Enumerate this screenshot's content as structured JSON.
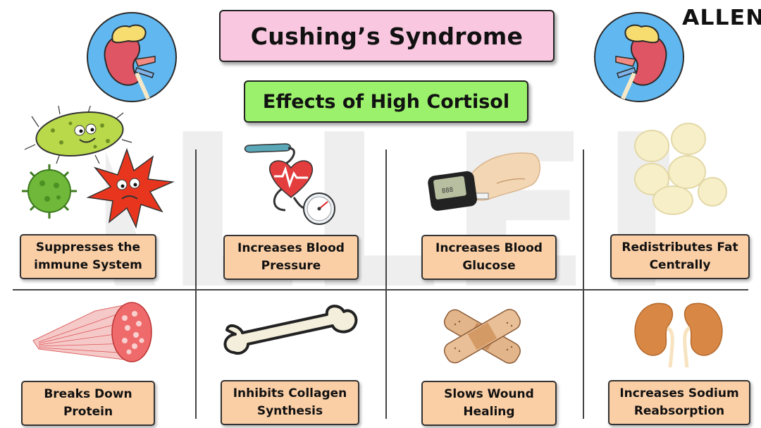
{
  "header": {
    "title": "Cushing’s Syndrome",
    "subtitle": "Effects of High Cortisol",
    "brand": "ALLEN"
  },
  "watermark": {
    "text": "ALLEN"
  },
  "effects": [
    {
      "label": "Suppresses the\nimmune System",
      "icon": "microbes-icon"
    },
    {
      "label": "Increases Blood\nPressure",
      "icon": "blood-pressure-icon"
    },
    {
      "label": "Increases Blood\nGlucose",
      "icon": "glucometer-icon"
    },
    {
      "label": "Redistributes Fat\nCentrally",
      "icon": "fat-cells-icon"
    },
    {
      "label": "Breaks Down\nProtein",
      "icon": "muscle-fiber-icon"
    },
    {
      "label": "Inhibits Collagen\nSynthesis",
      "icon": "bone-icon"
    },
    {
      "label": "Slows Wound\nHealing",
      "icon": "bandage-icon"
    },
    {
      "label": "Increases Sodium\nReabsorption",
      "icon": "kidneys-icon"
    }
  ],
  "colors": {
    "title_bg": "#f9c7df",
    "subtitle_bg": "#9bf06c",
    "label_bg": "#fbcfa6",
    "adrenal_circle": "#61b7ef"
  }
}
